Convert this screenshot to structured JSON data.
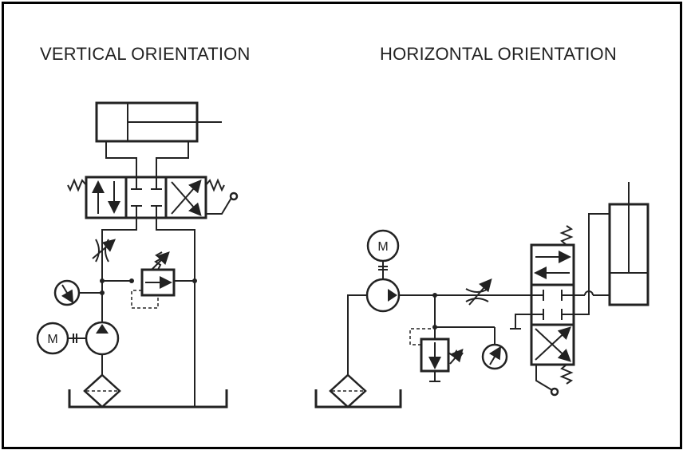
{
  "headings": {
    "vertical": "VERTICAL ORIENTATION",
    "horizontal": "HORIZONTAL ORIENTATION"
  },
  "symbols": {
    "motor_letter": "M"
  },
  "colors": {
    "line": "#222222",
    "background": "#ffffff"
  }
}
